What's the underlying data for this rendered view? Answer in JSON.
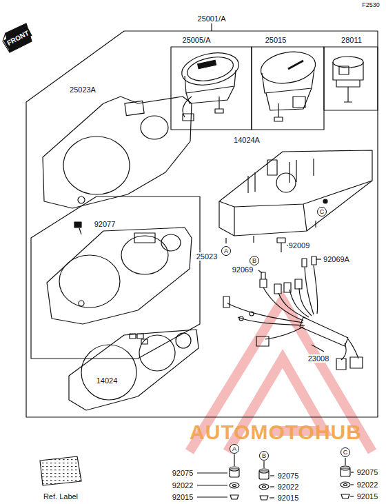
{
  "diagram": {
    "labels": [
      "F2530",
      "FRONT",
      "25001/A",
      "25005/A",
      "25015",
      "28011",
      "25023A",
      "14024A",
      "92077",
      "25023",
      "92009",
      "92069",
      "92069A",
      "14024",
      "23008",
      "A",
      "B",
      "C",
      "A",
      "B",
      "C",
      "92075",
      "92022",
      "92015",
      "92075",
      "92022",
      "92015",
      "92075",
      "92022",
      "92015",
      "Ref. Label",
      "AUTOMOTOHUB"
    ]
  }
}
